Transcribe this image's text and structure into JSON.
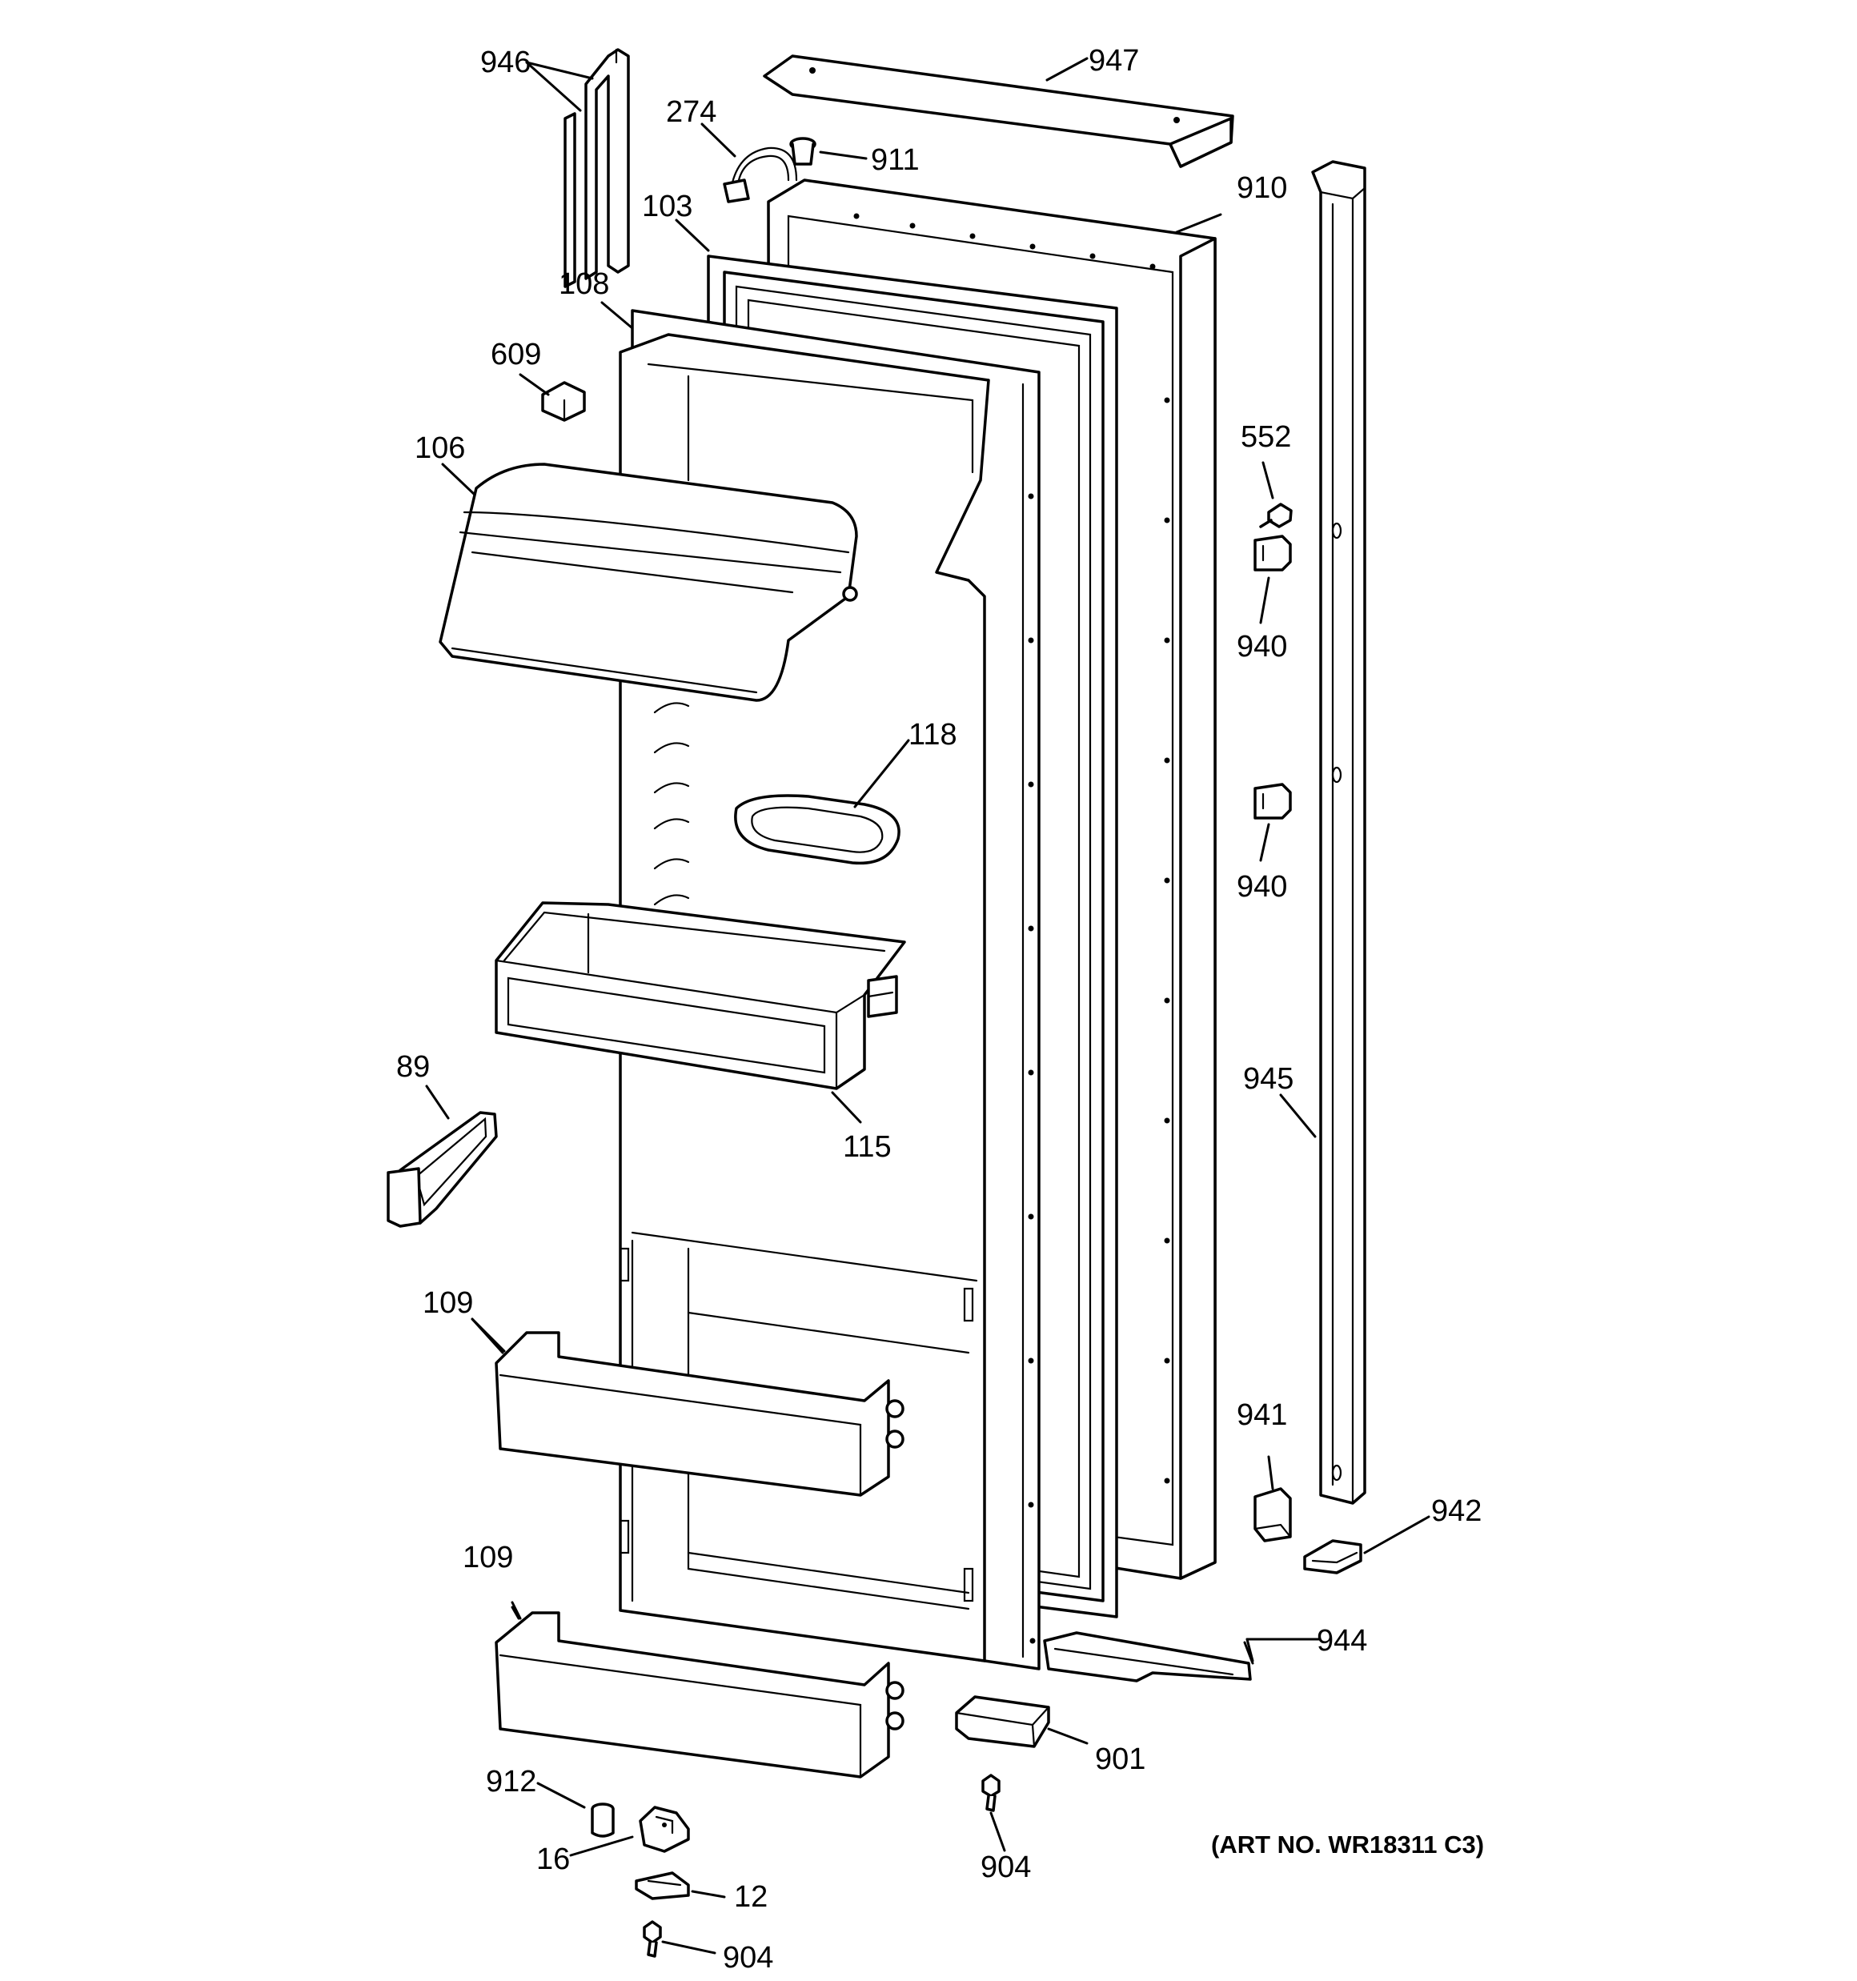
{
  "labels": {
    "946": "946",
    "947": "947",
    "274": "274",
    "911": "911",
    "103": "103",
    "910": "910",
    "108": "108",
    "609": "609",
    "106": "106",
    "552": "552",
    "940a": "940",
    "940b": "940",
    "118": "118",
    "945": "945",
    "89": "89",
    "115": "115",
    "109a": "109",
    "109b": "109",
    "941": "941",
    "942": "942",
    "944": "944",
    "901": "901",
    "912": "912",
    "16": "16",
    "904a": "904",
    "12": "12",
    "904b": "904"
  },
  "art_number": "(ART NO. WR18311 C3)"
}
